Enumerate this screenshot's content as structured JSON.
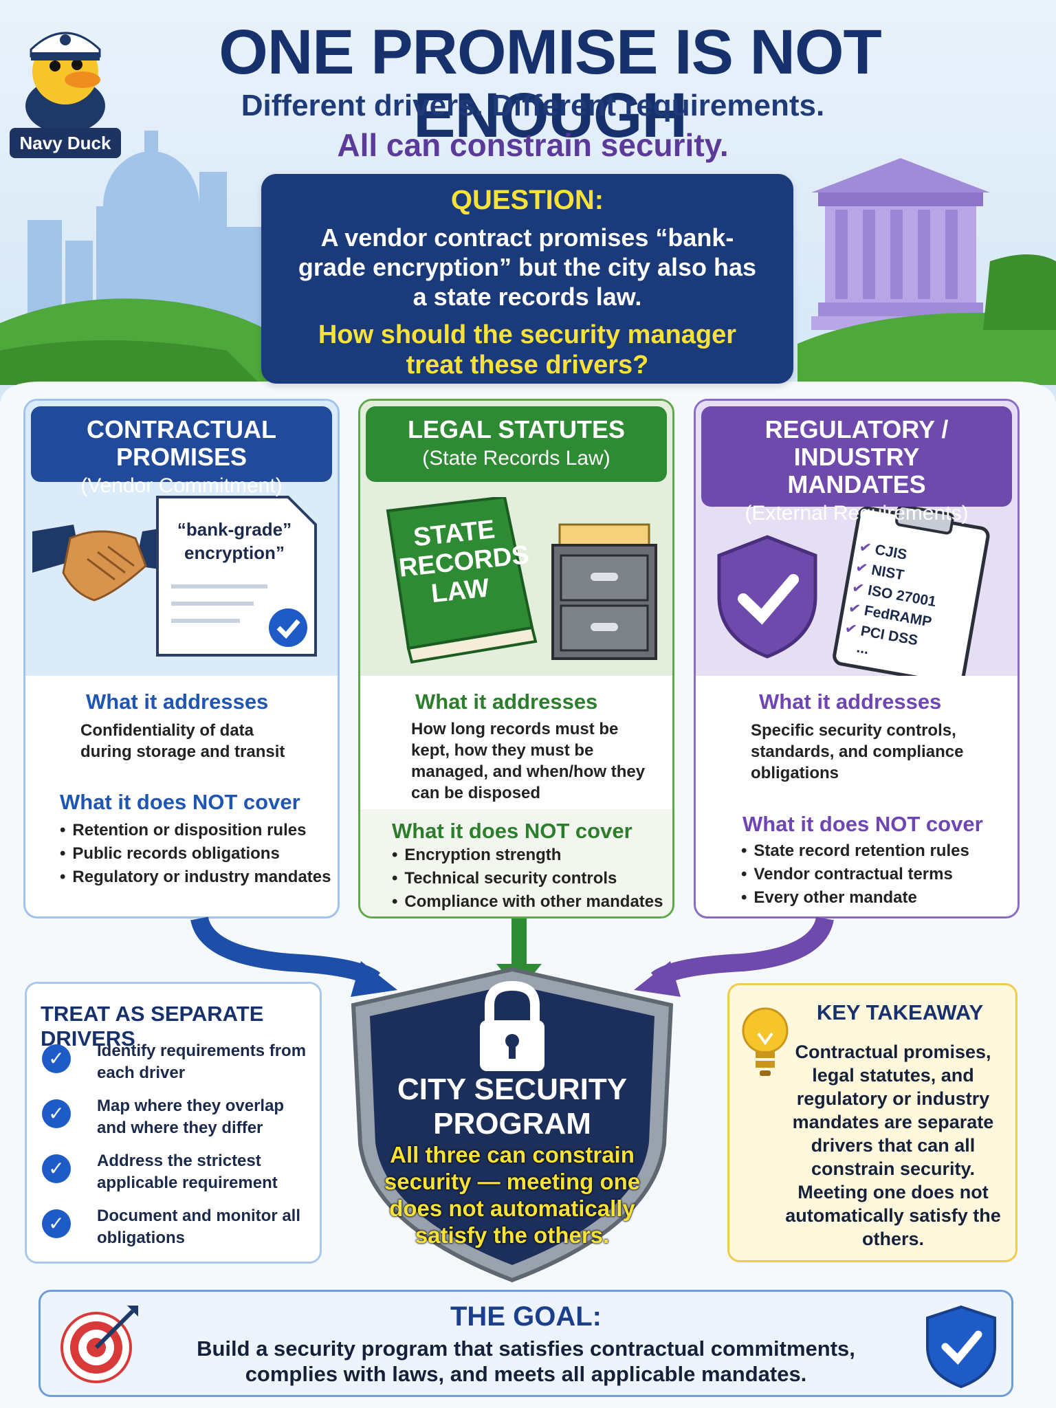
{
  "header": {
    "title": "ONE PROMISE IS NOT ENOUGH",
    "subtitle_line1": "Different drivers. Different requirements.",
    "subtitle_line2": "All can constrain security.",
    "mascot_label": "Navy Duck"
  },
  "question": {
    "heading": "QUESTION:",
    "body": "A vendor contract promises “bank-grade encryption” but the city also has a state records law.",
    "ask": "How should the security manager treat these drivers?"
  },
  "columns": {
    "contractual": {
      "title": "CONTRACTUAL PROMISES",
      "subtitle": "(Vendor Commitment)",
      "doc_text": "“bank-grade” encryption”",
      "addresses_title": "What it addresses",
      "addresses_text": "Confidentiality of data during storage and transit",
      "not_cover_title": "What it does NOT cover",
      "not_cover": [
        "Retention or disposition rules",
        "Public records obligations",
        "Regulatory or industry mandates"
      ]
    },
    "legal": {
      "title": "LEGAL STATUTES",
      "subtitle": "(State Records Law)",
      "book_line1": "STATE",
      "book_line2": "RECORDS",
      "book_line3": "LAW",
      "addresses_title": "What it addresses",
      "addresses_text": "How long records must be kept, how they must be managed, and when/how they can be disposed",
      "not_cover_title": "What it does NOT cover",
      "not_cover": [
        "Encryption strength",
        "Technical security controls",
        "Compliance with other mandates"
      ]
    },
    "regulatory": {
      "title": "REGULATORY / INDUSTRY MANDATES",
      "subtitle": "(External Requirements)",
      "checklist": [
        "CJIS",
        "NIST",
        "ISO 27001",
        "FedRAMP",
        "PCI DSS",
        "..."
      ],
      "addresses_title": "What it addresses",
      "addresses_text": "Specific security controls, standards, and compliance obligations",
      "not_cover_title": "What it does NOT cover",
      "not_cover": [
        "State record retention rules",
        "Vendor contractual terms",
        "Every other mandate"
      ]
    }
  },
  "treat": {
    "title": "TREAT AS SEPARATE DRIVERS",
    "items": [
      "Identify requirements from each driver",
      "Map where they overlap and where they differ",
      "Address the strictest applicable requirement",
      "Document and monitor all obligations"
    ]
  },
  "shield": {
    "title": "CITY SECURITY PROGRAM",
    "text": "All three can constrain security — meeting one does not automatically satisfy the others."
  },
  "takeaway": {
    "title": "KEY TAKEAWAY",
    "text": "Contractual promises, legal statutes, and regulatory or industry mandates are separate drivers that can all constrain security. Meeting one does not automatically satisfy the others."
  },
  "goal": {
    "title": "THE GOAL:",
    "text": "Build a security program that satisfies contractual commitments, complies with laws, and meets all applicable mandates."
  },
  "colors": {
    "navy": "#17316d",
    "blue": "#214a9b",
    "green": "#2f8a34",
    "purple": "#6e4aac",
    "yellow": "#f7e23a"
  }
}
